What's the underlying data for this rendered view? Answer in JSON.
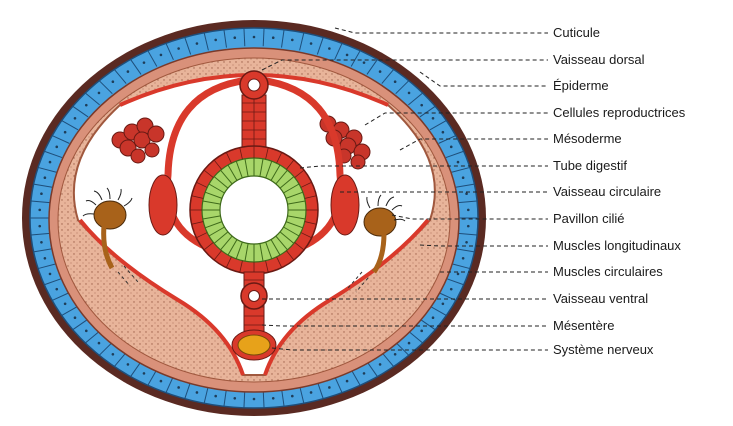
{
  "labels": {
    "cuticule": "Cuticule",
    "vaisseau_dorsal": "Vaisseau dorsal",
    "epiderme": "Épiderme",
    "cellules_reproductrices": "Cellules reproductrices",
    "mesoderme": "Mésoderme",
    "tube_digestif": "Tube digestif",
    "vaisseau_circulaire": "Vaisseau circulaire",
    "pavillon_cilie": "Pavillon cilié",
    "muscles_longitudinaux": "Muscles longitudinaux",
    "muscles_circulaires": "Muscles circulaires",
    "vaisseau_ventral": "Vaisseau ventral",
    "mesentere": "Mésentère",
    "systeme_nerveux": "Système nerveux"
  },
  "colors": {
    "cuticle": "#5a2a22",
    "epidermis": "#4aa3e0",
    "muscle": "#e3a98e",
    "vessel": "#d9392b",
    "gut": "#a8d66a",
    "nerve": "#e7a21a",
    "cilia": "#a8621a"
  }
}
